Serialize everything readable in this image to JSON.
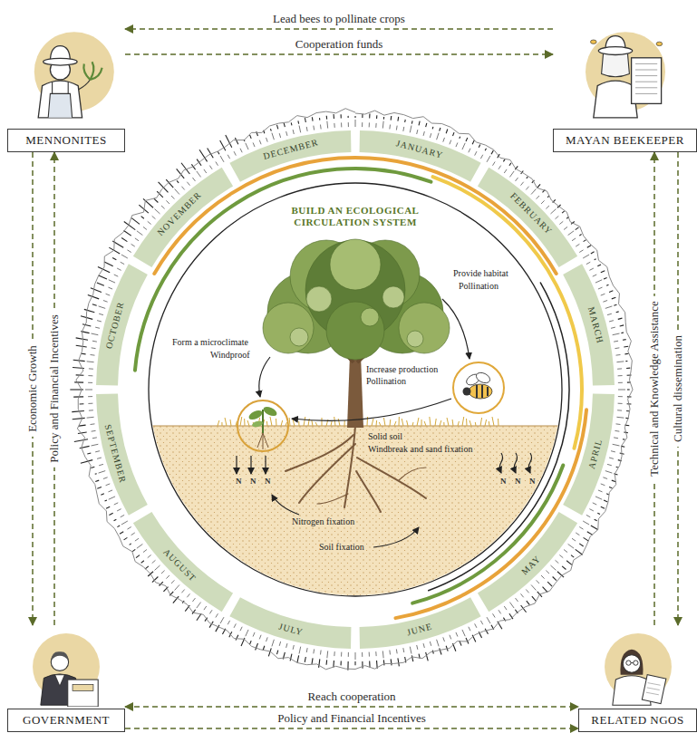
{
  "diagram": {
    "nodes": [
      {
        "text": [
          "MENNONITES"
        ]
      },
      {
        "text": [
          "MAYAN BEEKEEPER"
        ]
      },
      {
        "text": [
          "GOVERNMENT"
        ]
      },
      {
        "text": [
          "RELATED NGOS"
        ]
      }
    ],
    "edges": [
      {
        "from": 1,
        "to": 0,
        "arrow": "to",
        "label": "Lead bees to pollinate crops"
      },
      {
        "from": 0,
        "to": 1,
        "arrow": "to",
        "label": "Cooperation funds"
      },
      {
        "from": 0,
        "to": 2,
        "arrow": "to",
        "label": "Economic Growth"
      },
      {
        "from": 2,
        "to": 0,
        "arrow": "to",
        "label": "Policy and Financial Incentives"
      },
      {
        "from": 3,
        "to": 1,
        "arrow": "to",
        "label": "Technical and Knowledge Assistance"
      },
      {
        "from": 1,
        "to": 3,
        "arrow": "to",
        "label": "Cultural dissemination"
      },
      {
        "from": 2,
        "to": 3,
        "arrow": "both",
        "label": "Reach cooperation"
      },
      {
        "from": 2,
        "to": 3,
        "arrow": "to",
        "label": "Policy and Financial Incentives"
      }
    ],
    "labels": [
      "BUILD AN ECOLOGICAL CIRCULATION SYSTEM",
      "JANUARY",
      "FEBRUARY",
      "MARCH",
      "APRIL",
      "MAY",
      "JUNE",
      "JULY",
      "AUGUST",
      "SEPTEMBER",
      "OCTOBER",
      "NOVEMBER",
      "DECEMBER",
      "Provide habitat",
      "Pollination",
      "Form a microclimate",
      "Windproof",
      "Increase production",
      "Pollination",
      "Solid soil",
      "Windbreak and sand fixation",
      "Nitrogen fixation",
      "Soil fixation",
      "N",
      "N",
      "N",
      "N",
      "N",
      "N"
    ]
  }
}
